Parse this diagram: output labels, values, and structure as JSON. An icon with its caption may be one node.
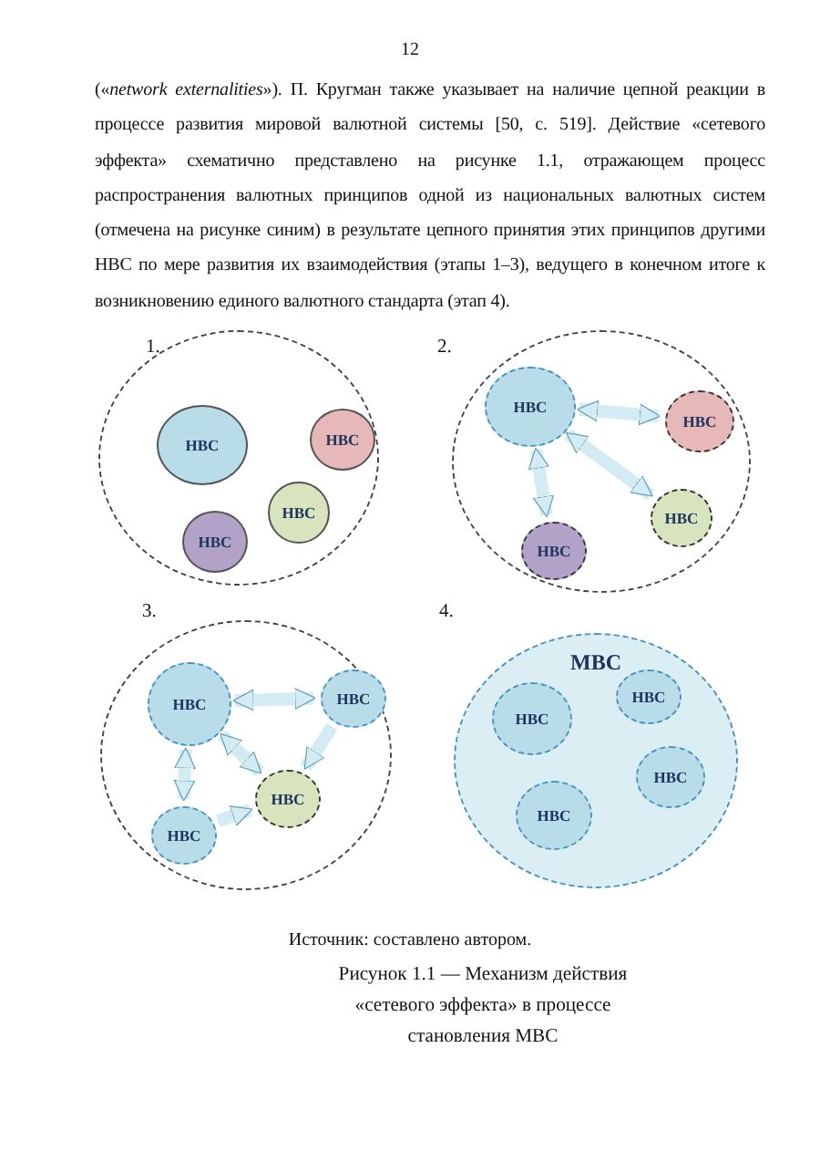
{
  "diagram": {
    "caption": "Рисунок 1.1 — Механизм действия «сетевого эффекта» в процессе становления МВС",
    "nodes": [
      {
        "text": [],
        "shape": "circle",
        "beside": [
          "1."
        ]
      },
      {
        "text": [
          "НВС"
        ],
        "in": 0
      },
      {
        "text": [
          "НВС"
        ],
        "in": 0
      },
      {
        "text": [
          "НВС"
        ],
        "in": 0
      },
      {
        "text": [
          "НВС"
        ],
        "in": 0
      },
      {
        "text": [],
        "shape": "circle",
        "beside": [
          "2."
        ]
      },
      {
        "text": [
          "НВС"
        ],
        "in": 5
      },
      {
        "text": [
          "НВС"
        ],
        "in": 5
      },
      {
        "text": [
          "НВС"
        ],
        "in": 5
      },
      {
        "text": [
          "НВС"
        ],
        "in": 5
      },
      {
        "text": [],
        "shape": "circle",
        "beside": [
          "3."
        ]
      },
      {
        "text": [
          "НВС"
        ],
        "in": 10
      },
      {
        "text": [
          "НВС"
        ],
        "in": 10
      },
      {
        "text": [
          "НВС"
        ],
        "in": 10
      },
      {
        "text": [
          "НВС"
        ],
        "in": 10
      },
      {
        "text": [
          "МВС"
        ],
        "beside": [
          "4."
        ]
      },
      {
        "text": [
          "НВС"
        ],
        "in": 15
      },
      {
        "text": [
          "НВС"
        ],
        "in": 15
      },
      {
        "text": [
          "НВС"
        ],
        "in": 15
      },
      {
        "text": [
          "НВС"
        ],
        "in": 15
      }
    ],
    "edges": [
      {
        "from": 6,
        "to": 7,
        "arrow": "both"
      },
      {
        "from": 6,
        "to": 8,
        "arrow": "both"
      },
      {
        "from": 6,
        "to": 9,
        "arrow": "both"
      },
      {
        "from": 11,
        "to": 12,
        "arrow": "both"
      },
      {
        "from": 11,
        "to": 13,
        "arrow": "both"
      },
      {
        "from": 11,
        "to": 14,
        "arrow": "both"
      },
      {
        "from": 12,
        "to": 13,
        "arrow": "to"
      },
      {
        "from": 14,
        "to": 13,
        "arrow": "to"
      }
    ],
    "labels": [
      "12",
      "(«*network externalities*»). П. Кругман также указывает на наличие цепной реакции в процессе развития мировой валютной системы [50, с. 519]. Действие «сетевого эффекта» схематично представлено на рисунке 1.1, отражающем процесс распространения валютных принципов одной из национальных валютных систем (отмечена на рисунке синим) в результате цепного принятия этих принципов другими НВС по мере развития их взаимодействия  (этапы 1–3), ведущего в конечном итоге к возникновению единого валютного стандарта (этап 4).",
      "Источник: составлено автором."
    ]
  }
}
